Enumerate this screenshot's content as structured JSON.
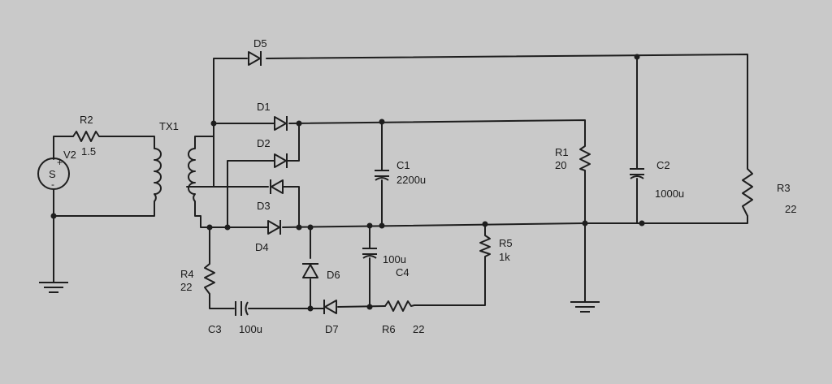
{
  "labels": {
    "r2_name": "R2",
    "r2_value": "1.5",
    "v2_name": "V2",
    "v2_plus": "+",
    "v2_minus": "-",
    "v2_symbol": "S",
    "tx1": "TX1",
    "d1": "D1",
    "d2": "D2",
    "d3": "D3",
    "d4": "D4",
    "d5": "D5",
    "d6": "D6",
    "d7": "D7",
    "c1_name": "C1",
    "c1_value": "2200u",
    "c2_name": "C2",
    "c2_value": "1000u",
    "c3_name": "C3",
    "c3_value": "100u",
    "c4_name": "C4",
    "c4_value": "100u",
    "r1_name": "R1",
    "r1_value": "20",
    "r3_name": "R3",
    "r3_value": "22",
    "r4_name": "R4",
    "r4_value": "22",
    "r5_name": "R5",
    "r5_value": "1k",
    "r6_name": "R6",
    "r6_value": "22"
  },
  "colors": {
    "background": "#c9c9c9",
    "ink": "#1e1e1e"
  }
}
